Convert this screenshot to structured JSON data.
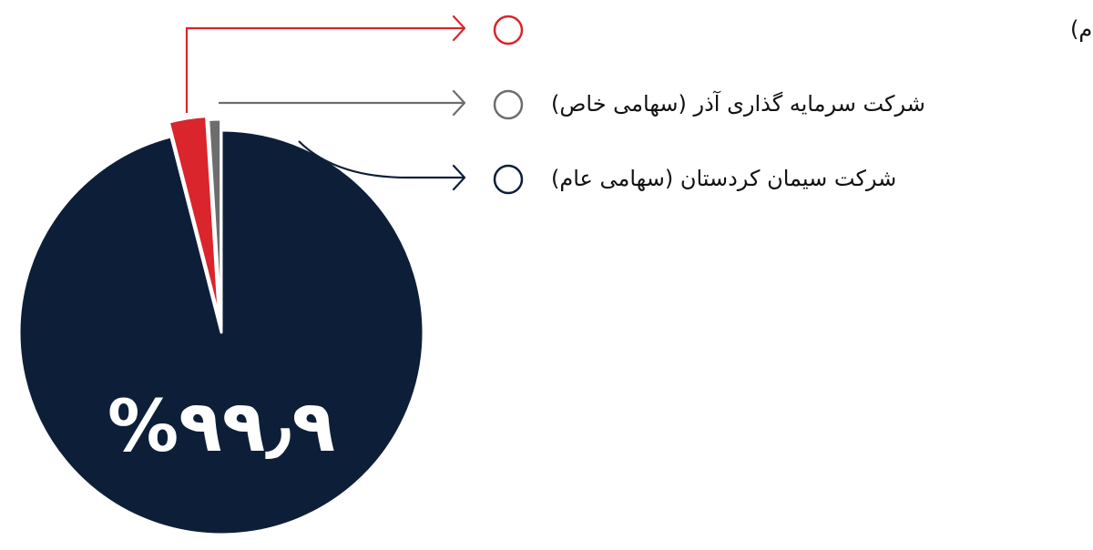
{
  "chart_data": {
    "type": "pie",
    "title": "",
    "slices": [
      {
        "label": "شرکت سیمان کردستان (سهامی عام)",
        "value": 96.0,
        "color": "#0d1f38",
        "data_label": "%۹۹٫۹"
      },
      {
        "label": "شرکت توسعه سرمایه و صنعت غدیر (سهامی عام)",
        "value": 3.0,
        "color": "#d9252b"
      },
      {
        "label": "شرکت سرمایه گذاری آذر (سهامی خاص)",
        "value": 1.0,
        "color": "#6d6d6d"
      }
    ],
    "legend": {
      "placement": "top-right",
      "order": [
        1,
        2,
        0
      ]
    }
  }
}
